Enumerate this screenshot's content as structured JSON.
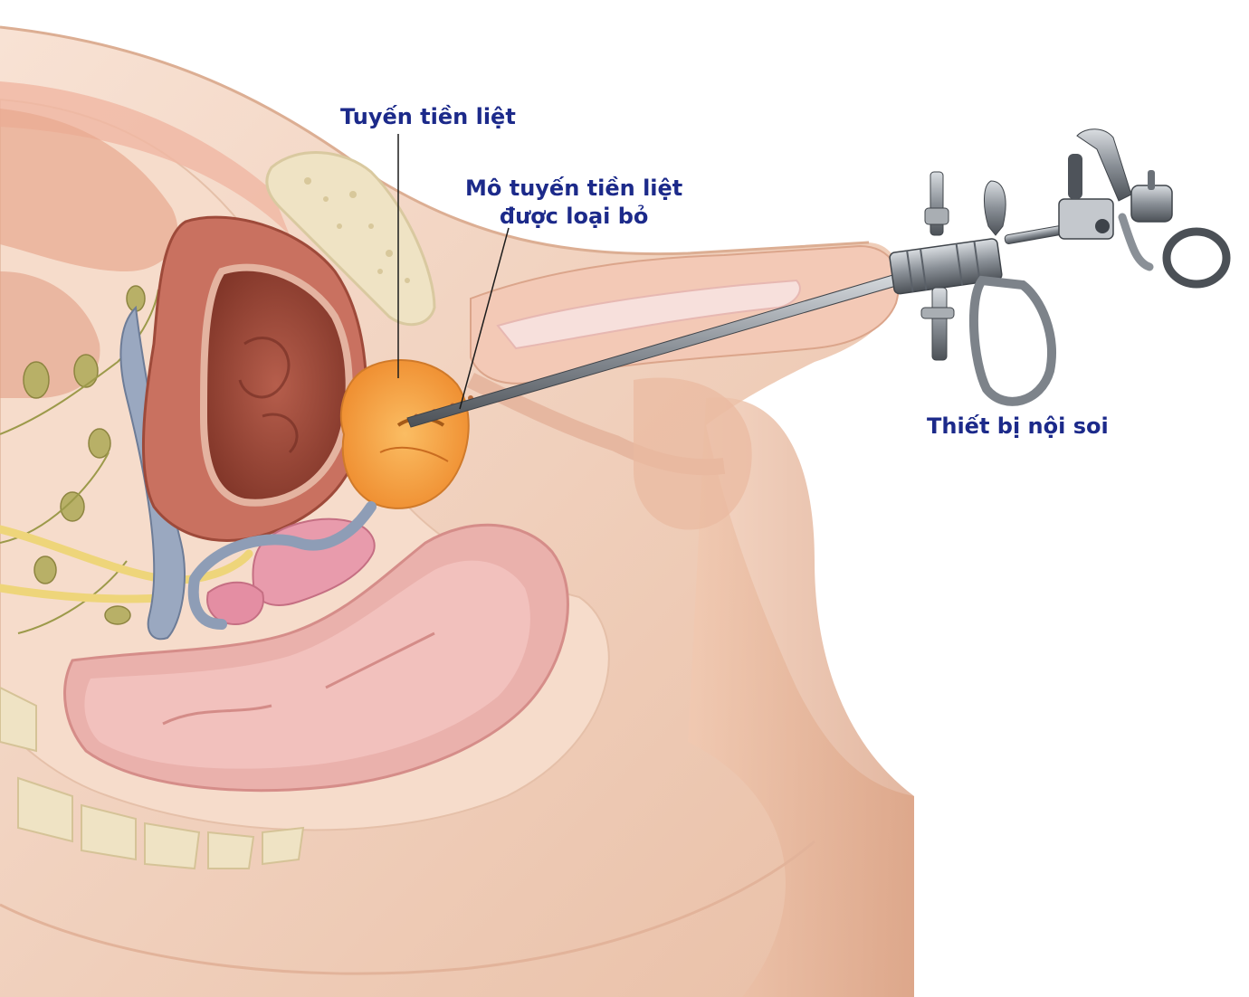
{
  "labels": {
    "prostate": "Tuyến tiền liệt",
    "removed_line1": "Mô tuyến tiền liệt",
    "removed_line2": "được loại bỏ",
    "endoscope": "Thiết bị nội soi"
  },
  "colors": {
    "label_text": "#1c2a8a",
    "skin": "#f6d8c6",
    "skin_dark": "#e3b59c",
    "bladder_wall": "#c9705c",
    "bladder_inner": "#a55040",
    "prostate": "#f4a24a",
    "rectum": "#eab1ac",
    "bone": "#efe3c4",
    "metal": "#8f959c"
  }
}
